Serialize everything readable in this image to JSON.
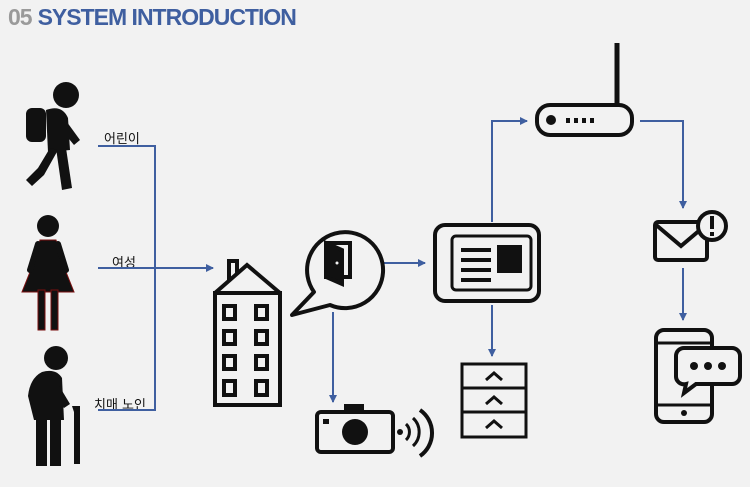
{
  "title": {
    "number": "05",
    "text": "SYSTEM INTRODUCTION"
  },
  "people": [
    {
      "label": "어린이",
      "icon": "child-backpack-icon"
    },
    {
      "label": "여성",
      "icon": "woman-icon"
    },
    {
      "label": "치매 노인",
      "icon": "elderly-cane-icon"
    }
  ],
  "nodes": [
    "building-icon",
    "door-speech-bubble-icon",
    "camera-wireless-icon",
    "tablet-display-icon",
    "server-stack-icon",
    "router-icon",
    "email-alert-icon",
    "smartphone-chat-icon"
  ],
  "colors": {
    "accent": "#3f5fa0",
    "number": "#9a9a9a",
    "icon": "#111111",
    "background": "#f2f2f2"
  }
}
